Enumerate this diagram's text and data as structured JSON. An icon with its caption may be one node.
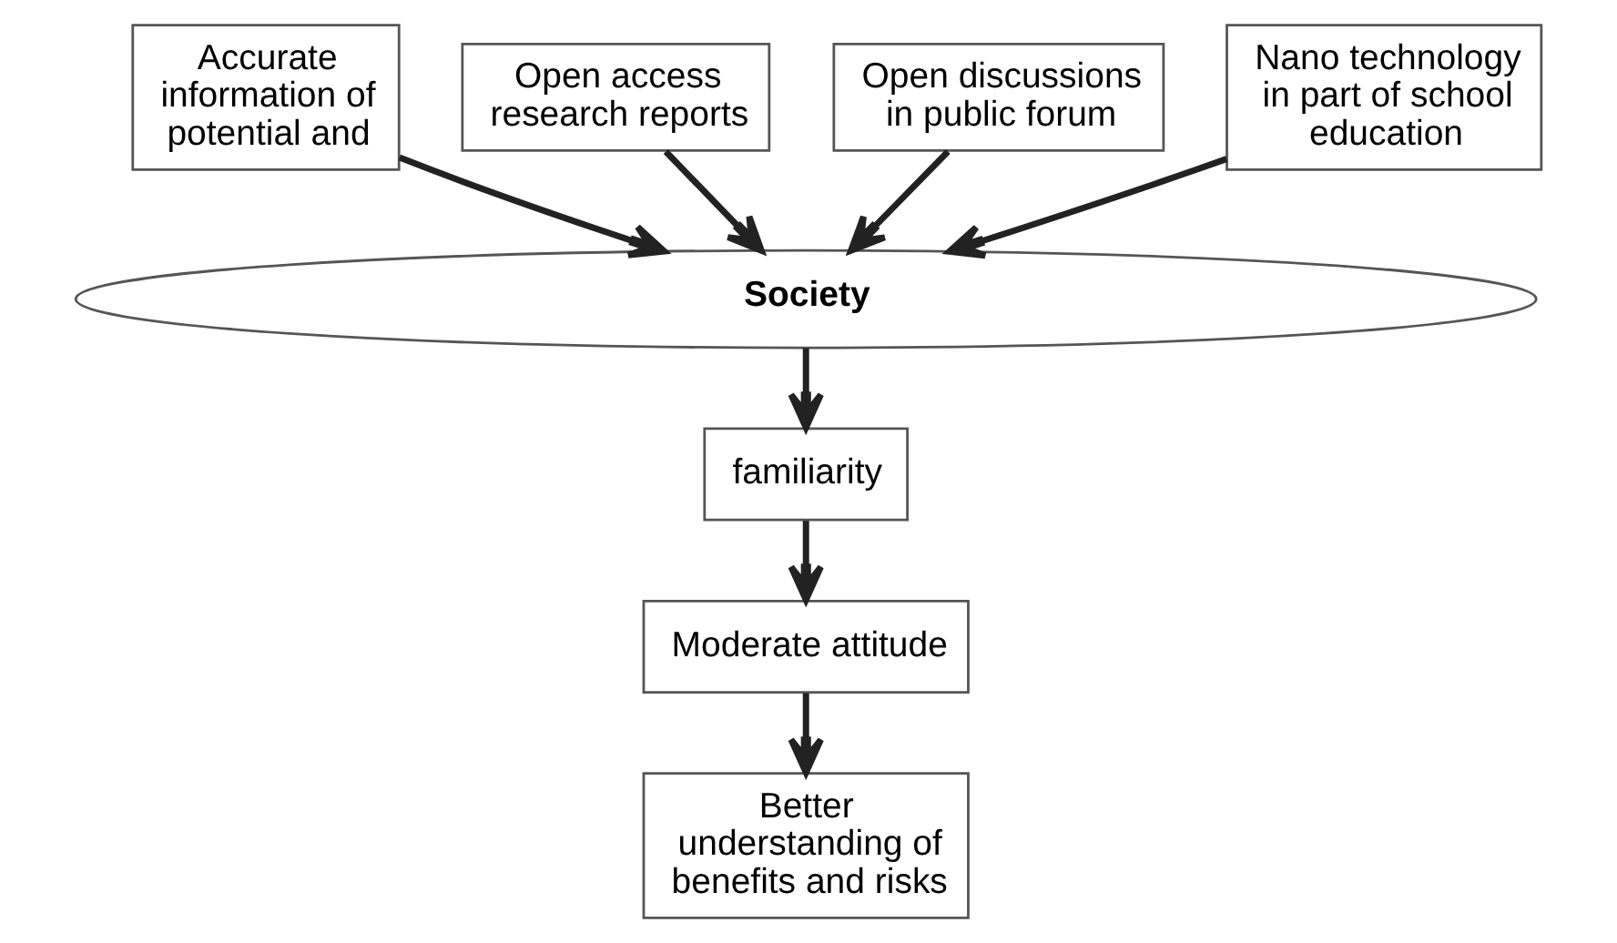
{
  "diagram": {
    "nodes": [
      {
        "text": [
          "Accurate information of potential and"
        ]
      },
      {
        "text": [
          "Open access research reports"
        ]
      },
      {
        "text": [
          "Open discussions in public forum"
        ]
      },
      {
        "text": [
          "Nano technology in part of school education"
        ]
      },
      {
        "text": [
          "Society"
        ]
      },
      {
        "text": [
          "familiarity"
        ]
      },
      {
        "text": [
          "Moderate attitude"
        ]
      },
      {
        "text": [
          "Better understanding of benefits and risks"
        ]
      }
    ],
    "edges": [
      {
        "from": 0,
        "to": 4,
        "arrow": "to"
      },
      {
        "from": 1,
        "to": 4,
        "arrow": "to"
      },
      {
        "from": 2,
        "to": 4,
        "arrow": "to"
      },
      {
        "from": 3,
        "to": 4,
        "arrow": "to"
      },
      {
        "from": 4,
        "to": 5,
        "arrow": "to"
      },
      {
        "from": 5,
        "to": 6,
        "arrow": "to"
      },
      {
        "from": 6,
        "to": 7,
        "arrow": "to"
      }
    ]
  }
}
